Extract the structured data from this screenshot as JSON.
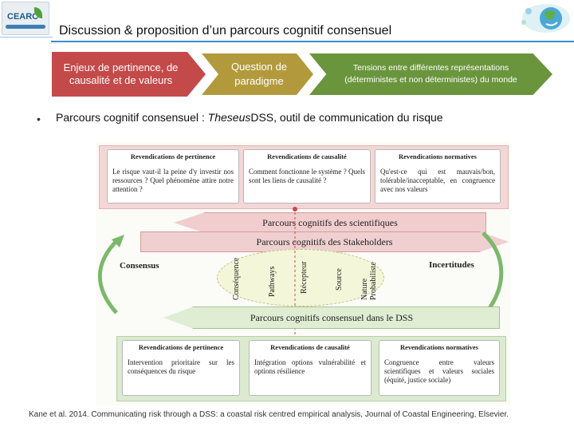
{
  "header": {
    "logo_text": "CEARC",
    "title": "Discussion & proposition d’un parcours cognitif consensuel"
  },
  "chevrons": [
    {
      "label": "Enjeux de pertinence, de causalité et de valeurs"
    },
    {
      "label": "Question de paradigme"
    },
    {
      "label": "Tensions entre différentes représentations (déterministes et non déterministes) du monde"
    }
  ],
  "bullet": {
    "marker": "•",
    "text_before": "Parcours cognitif consensuel : ",
    "text_italic": "Theseus",
    "text_after": "DSS, outil de communication du risque"
  },
  "diagram": {
    "top_cards": [
      {
        "heading": "Revendications de pertinence",
        "body": "Le risque vaut-il la peine d'y investir nos ressources ? Quel phénomène attire notre attention ?"
      },
      {
        "heading": "Revendications de causalité",
        "body": "Comment fonctionne le système ? Quels sont les liens de causalité ?"
      },
      {
        "heading": "Revendications normatives",
        "body": "Qu'est-ce qui est mauvais/bon, tolérable/inacceptable, en congruence avec nos valeurs"
      }
    ],
    "arrow_scientists": "Parcours cognitifs des scientifiques",
    "arrow_stakeholders": "Parcours cognitifs des Stakeholders",
    "arrow_consensus": "Parcours cognitifs consensuel dans le DSS",
    "consensus_label": "Consensus",
    "uncertainty_label": "Incertitudes",
    "vertical_labels": [
      "Conséquence",
      "Pathways",
      "Récepteur",
      "Source",
      "Nature Probabiliste"
    ],
    "bottom_cards": [
      {
        "heading": "Revendications de pertinence",
        "body": "Intervention prioritaire sur les conséquences du risque"
      },
      {
        "heading": "Revendications de causalité",
        "body": "Intégration options vulnérabilité et options résilience"
      },
      {
        "heading": "Revendications normatives",
        "body": "Congruence entre valeurs scientifiques et valeurs sociales (équité, justice sociale)"
      }
    ]
  },
  "reference": "Kane et al. 2014. Communicating risk through a DSS: a coastal risk centred empirical analysis, Journal of Coastal Engineering, Elsevier.",
  "colors": {
    "chevron_red": "#c44a4a",
    "chevron_gold": "#b29a3c",
    "chevron_green": "#6a953d",
    "title_rule": "#3a8fcf"
  }
}
